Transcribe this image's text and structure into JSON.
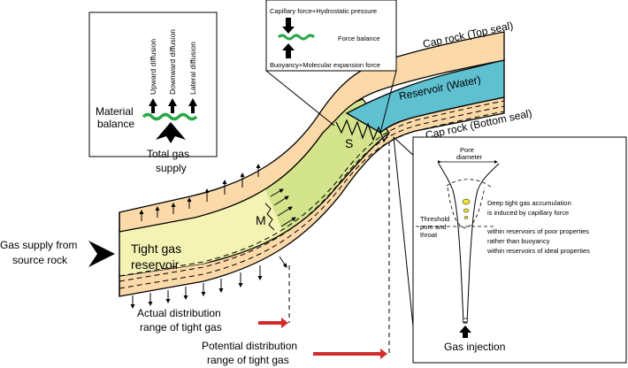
{
  "colors": {
    "cap_rock": "#fbd9a8",
    "reservoir_water": "#5fc0cf",
    "tight_gas_reservoir": "#d4e48c",
    "reservoir_pale": "#f4f3b4",
    "wave": "#2aa84a",
    "arrow_red": "#d22b2b",
    "outline": "#000000"
  },
  "labels": {
    "cap_rock_top": "Cap rock (Top seal)",
    "reservoir_water": "Reservoir (Water)",
    "cap_rock_bottom": "Cap rock (Bottom seal)",
    "tight_gas_reservoir_line1": "Tight  gas",
    "tight_gas_reservoir_line2": "reservoir",
    "marker_s": "S",
    "marker_m": "M",
    "gas_supply_line1": "Gas supply from",
    "gas_supply_line2": "source rock",
    "actual_range_line1": "Actual distribution",
    "actual_range_line2": "range of tight gas",
    "potential_range_line1": "Potential distribution",
    "potential_range_line2": "range of tight gas"
  },
  "material_balance_box": {
    "title_line1": "Material",
    "title_line2": "balance",
    "diffusion_labels": [
      "Upward diffusion",
      "Downward diffusion",
      "Lateral diffusion"
    ],
    "supply_line1": "Total gas",
    "supply_line2": "supply"
  },
  "force_balance_box": {
    "top_text": "Capillary force+Hydrostatic pressure",
    "middle_text": "Force balance",
    "bottom_text": "Buoyancy+Molecular expansion force"
  },
  "pore_box": {
    "pore_diameter_line1": "Pore",
    "pore_diameter_line2": "diameter",
    "threshold_line1": "Threshold",
    "threshold_line2": "pore and",
    "threshold_line3": "throat",
    "note_line1": "Deep tight gas accumulation",
    "note_line2": "is induced by capillary force",
    "note_line3": "within reservoirs of poor properties",
    "note_line4": "rather than buoyancy",
    "note_line5": "within reservoirs of ideal properties",
    "gas_injection": "Gas injection"
  }
}
